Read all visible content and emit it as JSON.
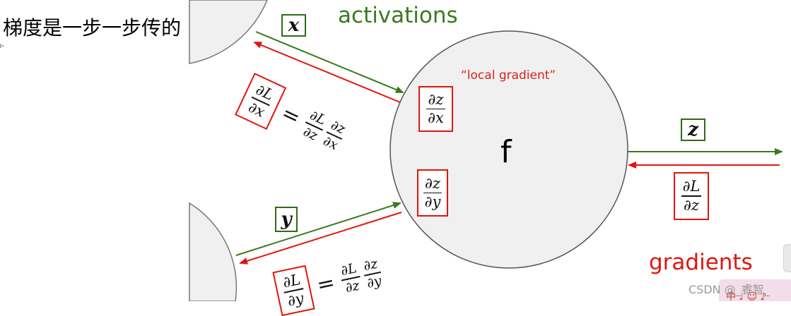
{
  "side_label": "梯度是一步一步传的",
  "cursor_glyph": "▹",
  "activations_label": "activations",
  "gradients_label": "gradients",
  "local_gradient_label": "“local gradient”",
  "node_label": "f",
  "inputs": {
    "x": {
      "symbol": "x"
    },
    "y": {
      "symbol": "y"
    }
  },
  "output": {
    "symbol": "z"
  },
  "local": {
    "dzdx": {
      "num": "∂z",
      "den": "∂x"
    },
    "dzdy": {
      "num": "∂z",
      "den": "∂y"
    }
  },
  "upstream": {
    "num": "∂L",
    "den": "∂z"
  },
  "chain_x": {
    "lhs": {
      "num": "∂L",
      "den": "∂x"
    },
    "equals": "=",
    "t1": {
      "num": "∂L",
      "den": "∂z"
    },
    "t2": {
      "num": "∂z",
      "den": "∂x"
    }
  },
  "chain_y": {
    "lhs": {
      "num": "∂L",
      "den": "∂y"
    },
    "equals": "=",
    "t1": {
      "num": "∂L",
      "den": "∂z"
    },
    "t2": {
      "num": "∂z",
      "den": "∂y"
    }
  },
  "watermark": "CSDN @_睿智_",
  "badge_text": "中 ♩ ☺ ♪",
  "colors": {
    "forward": "#3a7a1e",
    "backward": "#e0160e",
    "node_fill": "#f0f0f0",
    "node_stroke": "#555555"
  }
}
